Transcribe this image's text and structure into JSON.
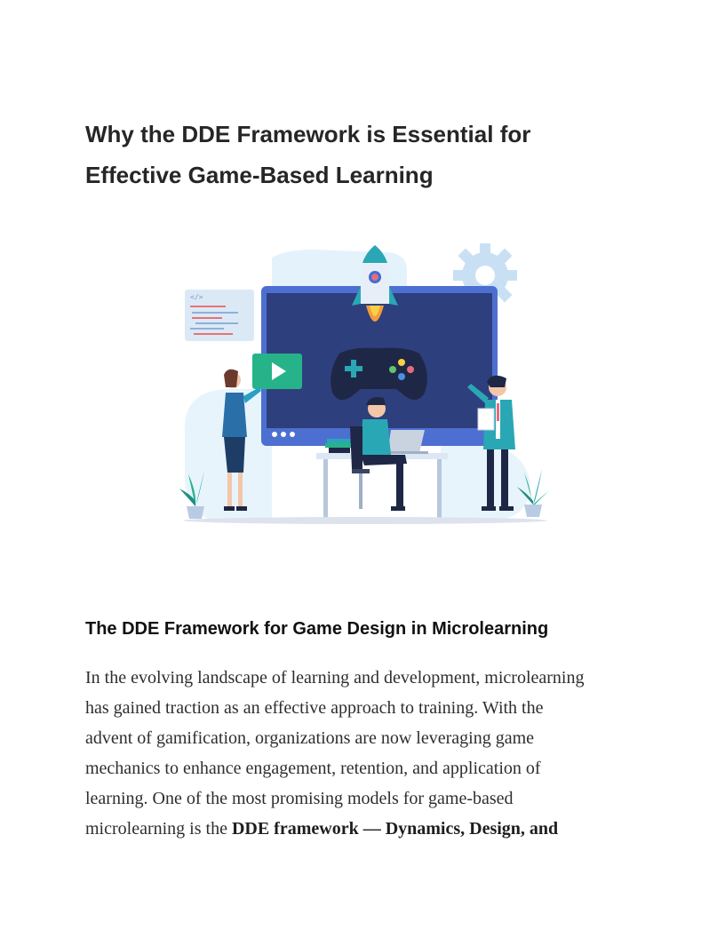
{
  "title": {
    "line1": "Why the DDE Framework is Essential for",
    "line2": "Effective Game-Based Learning"
  },
  "illustration": {
    "code_tag": "</>",
    "icons": [
      "rocket-icon",
      "gear-icon",
      "play-icon",
      "gamepad-icon",
      "laptop-icon",
      "plant-icon"
    ]
  },
  "section": {
    "heading": "The DDE Framework for Game Design in Microlearning",
    "lines": [
      "In the evolving landscape of learning and development, microlearning",
      "has gained traction as an effective approach to training. With the",
      "advent of gamification, organizations are now leveraging game",
      "mechanics to enhance engagement, retention, and application of",
      "learning. One of the most promising models for game-based"
    ],
    "last_line_prefix": "microlearning is the ",
    "last_line_bold": "DDE framework — Dynamics, Design, and"
  }
}
